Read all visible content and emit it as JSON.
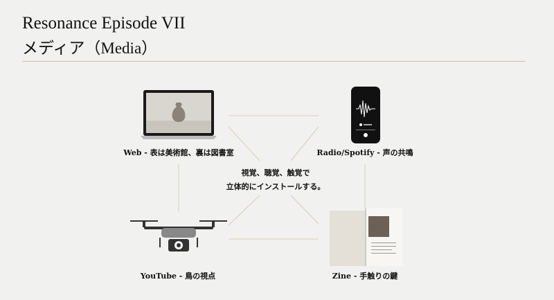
{
  "header": {
    "title": "Resonance Episode VII",
    "subtitle": "メディア（Media）"
  },
  "nodes": {
    "web": "Web - 表は美術館、裏は図書室",
    "radio": "Radio/Spotify - 声の共鳴",
    "youtube": "YouTube - 鳥の視点",
    "zine": "Zine - 手触りの鍵"
  },
  "center": {
    "line1": "視覚、聴覚、触覚で",
    "line2": "立体的にインストールする。"
  },
  "colors": {
    "accent": "#cbbf9a",
    "text": "#111111",
    "background": "#f1f1f0"
  }
}
